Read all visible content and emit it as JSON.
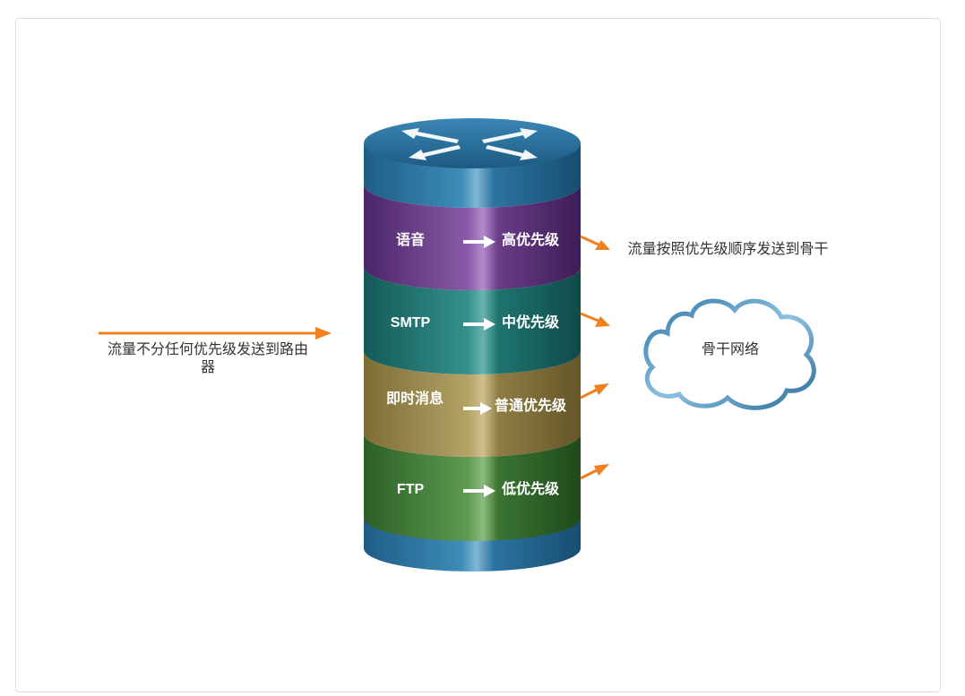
{
  "left_caption": "流量不分任何优先级发送到路由器",
  "right_caption": "流量按照优先级顺序发送到骨干",
  "cloud_label": "骨干网络",
  "layers": [
    {
      "traffic": "语音",
      "priority": "高优先级",
      "color": "#6a3f8e"
    },
    {
      "traffic": "SMTP",
      "priority": "中优先级",
      "color": "#1f7b78"
    },
    {
      "traffic": "即时消息",
      "priority": "普通优先级",
      "color": "#98874a"
    },
    {
      "traffic": "FTP",
      "priority": "低优先级",
      "color": "#3e7a37"
    }
  ],
  "colors": {
    "arrow": "#f08020",
    "router": "#2a6f9c",
    "cloud": "#4a8cc0"
  }
}
